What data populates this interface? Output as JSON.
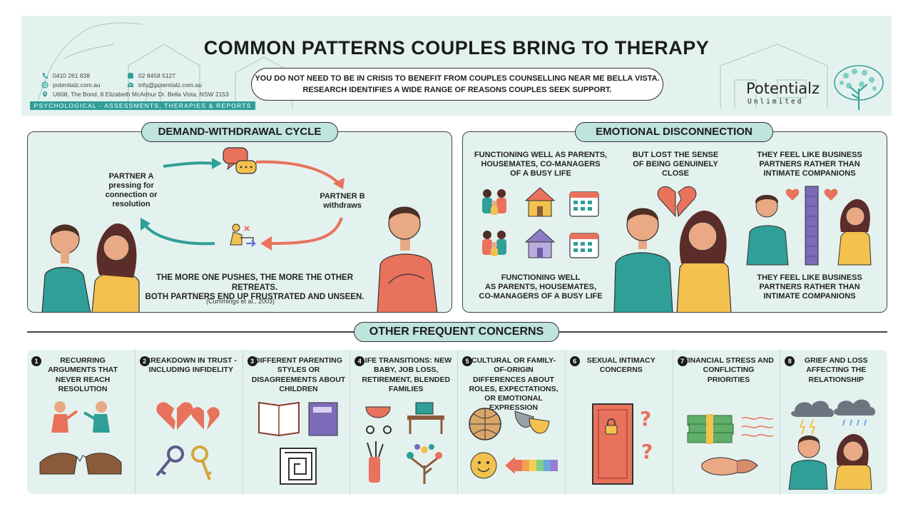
{
  "header": {
    "title": "COMMON PATTERNS COUPLES BRING TO THERAPY",
    "intro_line1": "YOU DO NOT NEED TO BE IN CRISIS TO BENEFIT FROM COUPLES COUNSELLING NEAR ME BELLA VISTA.",
    "intro_line2": "RESEARCH IDENTIFIES A WIDE RANGE OF REASONS COUPLES SEEK SUPPORT.",
    "contacts": {
      "phone_mobile": "0410 261 838",
      "phone_office": "02 8458 5127",
      "website": "potentialz.com.au",
      "email": "info@potentialz.com.au",
      "address": "U608, The Bond, 8 Elizabeth McArthur Dr. Bella Vista, NSW 2153"
    },
    "tagline": "PSYCHOLOGICAL - ASSESSMENTS, THERAPIES & REPORTS",
    "logo_name": "Potentialz",
    "logo_sub": "Unlimited"
  },
  "demand": {
    "title": "DEMAND-WITHDRAWAL CYCLE",
    "partner_a_name": "PARTNER A",
    "partner_a_line1": "pressing for",
    "partner_a_line2": "connection or",
    "partner_a_line3": "resolution",
    "partner_b_name": "PARTNER B",
    "partner_b_line1": "withdraws",
    "summary_line1": "THE MORE ONE PUSHES, THE MORE THE OTHER RETREATS.",
    "summary_line2": "BOTH PARTNERS END UP FRUSTRATED AND UNSEEN.",
    "citation": "(Cummings et al., 2003)"
  },
  "disconnect": {
    "title": "EMOTIONAL DISCONNECTION",
    "col1_l1": "FUNCTIONING WELL AS PARENTS,",
    "col1_l2": "HOUSEMATES, CO-MANAGERS",
    "col1_l3": "OF A BUSY LIFE",
    "col2_l1": "BUT LOST THE SENSE",
    "col2_l2": "OF BEING GENUINELY",
    "col2_l3": "CLOSE",
    "col3_l1": "THEY FEEL LIKE BUSINESS",
    "col3_l2": "PARTNERS RATHER THAN",
    "col3_l3": "INTIMATE COMPANIONS",
    "bottom1_l1": "FUNCTIONING WELL",
    "bottom1_l2": "AS PARENTS, HOUSEMATES,",
    "bottom1_l3": "CO-MANAGERS OF A BUSY LIFE",
    "bottom3_l1": "THEY FEEL LIKE BUSINESS",
    "bottom3_l2": "PARTNERS RATHER THAN",
    "bottom3_l3": "INTIMATE COMPANIONS"
  },
  "other": {
    "title": "OTHER FREQUENT CONCERNS",
    "items": [
      {
        "num": "1",
        "text": "RECURRING ARGUMENTS THAT NEVER REACH RESOLUTION",
        "icon": "arguing-couple-broken-bridge-icon"
      },
      {
        "num": "2",
        "text": "BREAKDOWN IN TRUST - INCLUDING INFIDELITY",
        "icon": "broken-hearts-keys-icon"
      },
      {
        "num": "3",
        "text": "DIFFERENT PARENTING STYLES OR DISAGREEMENTS ABOUT CHILDREN",
        "icon": "books-maze-icon"
      },
      {
        "num": "4",
        "text": "LIFE TRANSITIONS: NEW BABY, JOB LOSS, RETIREMENT, BLENDED FAMILIES",
        "icon": "pram-desk-golf-family-tree-icon"
      },
      {
        "num": "5",
        "text": "CULTURAL OR FAMILY-OF-ORIGIN DIFFERENCES ABOUT ROLES, EXPECTATIONS, OR EMOTIONAL EXPRESSION",
        "icon": "globe-masks-rainbow-icon"
      },
      {
        "num": "6",
        "text": "SEXUAL INTIMACY CONCERNS",
        "icon": "locked-door-question-icon"
      },
      {
        "num": "7",
        "text": "FINANCIAL STRESS AND CONFLICTING PRIORITIES",
        "icon": "money-stack-hands-icon"
      },
      {
        "num": "8",
        "text": "GRIEF AND LOSS AFFECTING THE RELATIONSHIP",
        "icon": "storm-cloud-couple-icon"
      }
    ]
  },
  "colors": {
    "panel_bg": "#e4f2ef",
    "pill_bg": "#bfe3dd",
    "teal": "#2f9f97",
    "coral": "#e8725c",
    "yellow": "#f2c14e"
  }
}
